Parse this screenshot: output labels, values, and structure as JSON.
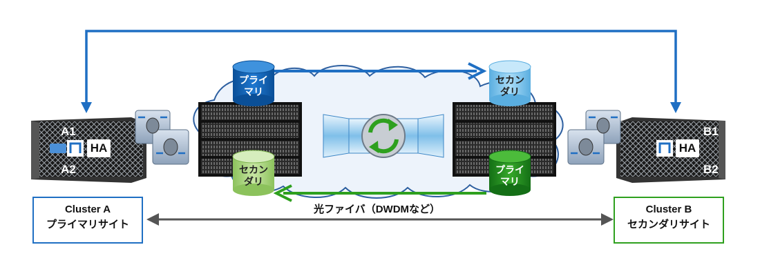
{
  "cluster_a": {
    "name": "Cluster A",
    "role": "プライマリサイト",
    "nodes": [
      "A1",
      "A2"
    ],
    "ha": "HA"
  },
  "cluster_b": {
    "name": "Cluster B",
    "role": "セカンダリサイト",
    "nodes": [
      "B1",
      "B2"
    ],
    "ha": "HA"
  },
  "link": {
    "label": "光ファイバ（DWDMなど）"
  },
  "volumes": {
    "a_top": "プライ\nマリ",
    "a_bottom": "セカン\nダリ",
    "b_top": "セカン\nダリ",
    "b_bottom": "プライ\nマリ"
  },
  "colors": {
    "blue": "#1f6fc3",
    "dark_blue": "#0b5fb0",
    "light_blue": "#7fc6ef",
    "green": "#2ea01e",
    "dark_green": "#1f8c22",
    "light_green": "#a9d67e",
    "grey_arrow": "#555555",
    "cloud_fill": "#edf3fb",
    "cloud_stroke": "#2d5fa0"
  }
}
